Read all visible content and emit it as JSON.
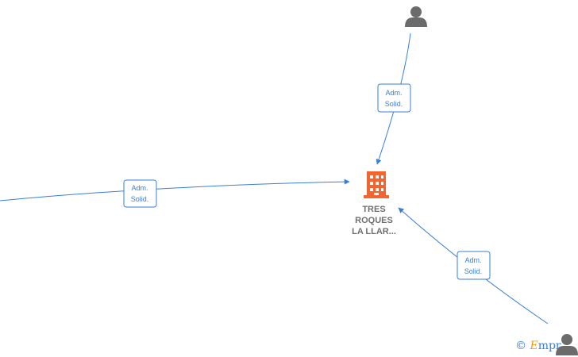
{
  "company": {
    "name_lines": [
      "TRES",
      "ROQUES",
      "LA LLAR..."
    ],
    "icon": "building-icon",
    "color": "#f26430"
  },
  "persons": [
    {
      "icon": "person-icon"
    },
    {
      "icon": "person-icon"
    }
  ],
  "relations": [
    {
      "label_line1": "Adm.",
      "label_line2": "Solid."
    },
    {
      "label_line1": "Adm.",
      "label_line2": "Solid."
    },
    {
      "label_line1": "Adm.",
      "label_line2": "Solid."
    }
  ],
  "colors": {
    "edge": "#3a7fd5",
    "person": "#6b6b6b",
    "company": "#f26430"
  },
  "watermark": {
    "copyright": "©",
    "brand_letter": "E",
    "brand_rest": "mpr"
  }
}
